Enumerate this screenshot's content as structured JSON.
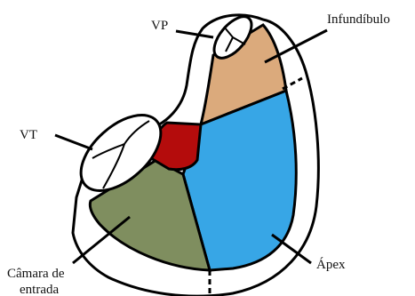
{
  "labels": {
    "vp": "VP",
    "infundibulo": "Infundíbulo",
    "vt": "VT",
    "camara_line1": "Câmara de",
    "camara_line2": "entrada",
    "apex": "Ápex"
  },
  "colors": {
    "infundibulo": "#dbaa7c",
    "apex": "#37a6e6",
    "camara": "#7f8e5f",
    "septal": "#b40c0c",
    "outline": "#000000",
    "wall": "#ffffff"
  }
}
